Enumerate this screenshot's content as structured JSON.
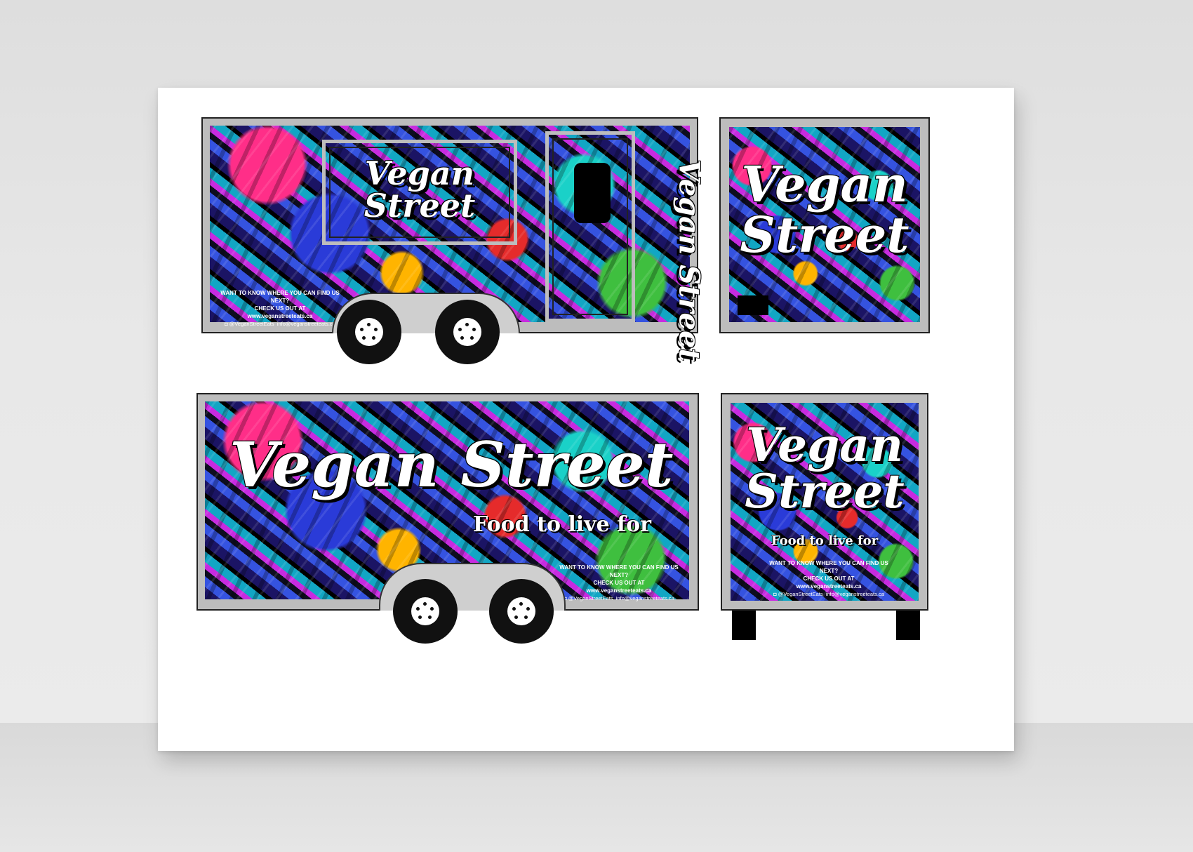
{
  "brand": {
    "name_line1": "Vegan",
    "name_line2": "Street",
    "name_full": "Vegan Street",
    "tagline": "Food to live for"
  },
  "info": {
    "line1": "WANT TO KNOW WHERE YOU CAN FIND US NEXT?",
    "line2": "CHECK US OUT AT",
    "url": "www.veganstreeteats.ca",
    "social": "@VeganStreetEats",
    "email": "info@veganstreeteats.ca"
  },
  "colors": {
    "board": "#ffffff",
    "trailer_gray": "#bdbdbd",
    "wheel": "#111111",
    "text": "#ffffff"
  },
  "icons": [
    "instagram-icon",
    "wheel-icon"
  ]
}
